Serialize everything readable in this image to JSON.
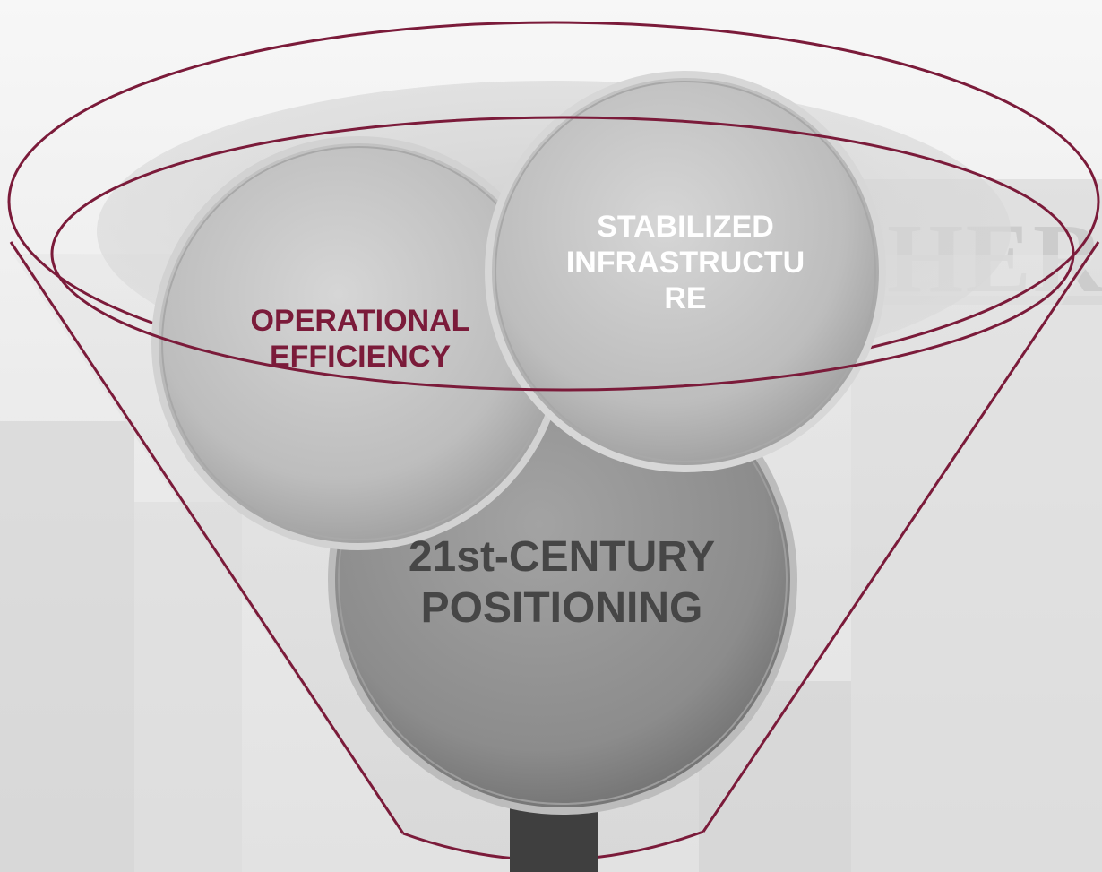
{
  "diagram": {
    "type": "funnel",
    "items": {
      "operational": {
        "label": "OPERATIONAL\nEFFICIENCY"
      },
      "stabilized": {
        "label": "STABILIZED\nINFRASTRUCTU\nRE"
      },
      "positioning": {
        "label": "21st-CENTURY\nPOSITIONING"
      }
    },
    "colors": {
      "accent": "#7b1b3a",
      "circle_fill": "#b9b9b9",
      "circle_dark": "#8f8f8f",
      "stem": "#3f3f3f",
      "operational_text": "#7b1b3a",
      "stabilized_text": "#ffffff",
      "positioning_text": "#464646"
    }
  },
  "background": {
    "sign_text": "HER"
  }
}
